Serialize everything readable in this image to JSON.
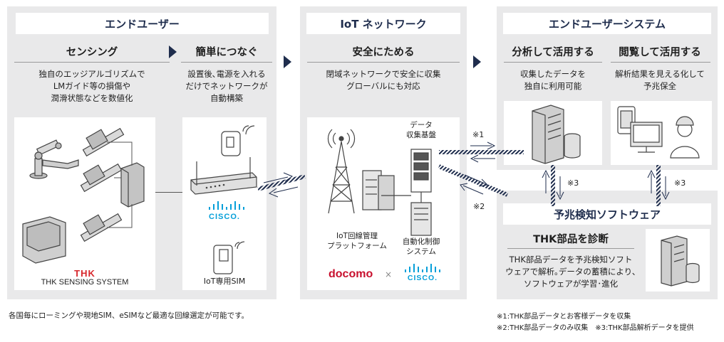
{
  "colors": {
    "navy": "#1f2d4d",
    "panel_gray": "#e9e9ea",
    "thk_red": "#d7262b",
    "docomo_red": "#c8102e",
    "cisco_blue": "#049fd9"
  },
  "end_user": {
    "header": "エンドユーザー",
    "sensing": {
      "title": "センシング",
      "lines": [
        "独自のエッジアルゴリズムで",
        "LMガイド等の損傷や",
        "潤滑状態などを数値化"
      ]
    },
    "connect": {
      "title": "簡単につなぐ",
      "lines": [
        "設置後､電源を入れる",
        "だけでネットワークが",
        "自動構築"
      ]
    },
    "thk_logo": "THK",
    "sensing_system": "THK SENSING SYSTEM",
    "cisco_logo": "CISCO.",
    "iot_sim": "IoT専用SIM"
  },
  "network": {
    "header": "IoT ネットワーク",
    "title": "安全にためる",
    "lines": [
      "閉域ネットワークで安全に収集",
      "グローバルにも対応"
    ],
    "data_platform": [
      "データ",
      "収集基盤"
    ],
    "line_mgmt": [
      "IoT回線管理",
      "プラットフォーム"
    ],
    "auto_ctrl": [
      "自動化制御",
      "システム"
    ],
    "docomo": "docomo",
    "times": "×",
    "cisco_logo": "CISCO."
  },
  "system": {
    "header": "エンドユーザーシステム",
    "analyze": {
      "title": "分析して活用する",
      "lines": [
        "収集したデータを",
        "独自に利用可能"
      ]
    },
    "view": {
      "title": "閲覧して活用する",
      "lines": [
        "解析結果を見える化して",
        "予兆保全"
      ]
    },
    "mark1": "※1",
    "mark2": "※2",
    "mark3a": "※3",
    "mark3b": "※3"
  },
  "software": {
    "header": "予兆検知ソフトウェア",
    "title": "THK部品を診断",
    "lines": [
      "THK部品データを予兆検知ソフト",
      "ウェアで解析｡データの蓄積により､",
      "ソフトウェアが学習･進化"
    ]
  },
  "footer": {
    "note": "各国毎にローミングや現地SIM、eSIMなど最適な回線選定が可能です。",
    "notes": [
      "※1:THK部品データとお客様データを収集",
      "※2:THK部品データのみ収集　※3:THK部品解析データを提供"
    ]
  }
}
